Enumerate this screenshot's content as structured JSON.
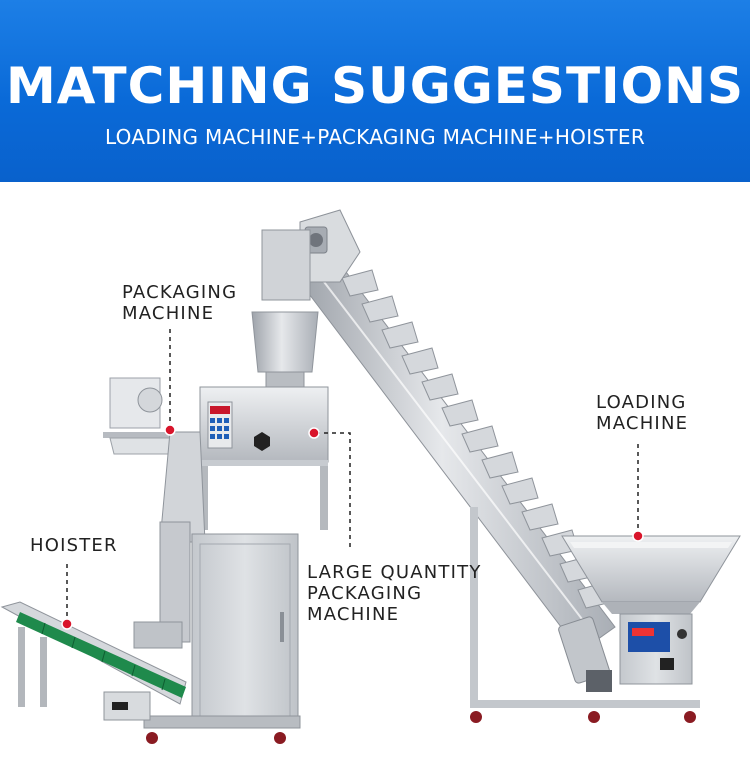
{
  "header": {
    "title": "MATCHING SUGGESTIONS",
    "subtitle": "LOADING MACHINE+PACKAGING MACHINE+HOISTER"
  },
  "labels": {
    "packaging_machine": [
      "PACKAGING",
      "MACHINE"
    ],
    "loading_machine": [
      "LOADING",
      "MACHINE"
    ],
    "hoister": "HOISTER",
    "large_quantity": [
      "LARGE QUANTITY",
      "PACKAGING",
      "MACHINE"
    ]
  },
  "colors": {
    "banner_blue": "#0a6ad8",
    "marker_red": "#d9152b",
    "steel": "#c9ccd1",
    "conveyor_green": "#1f8a4c",
    "panel_blue": "#1d4fa8"
  }
}
